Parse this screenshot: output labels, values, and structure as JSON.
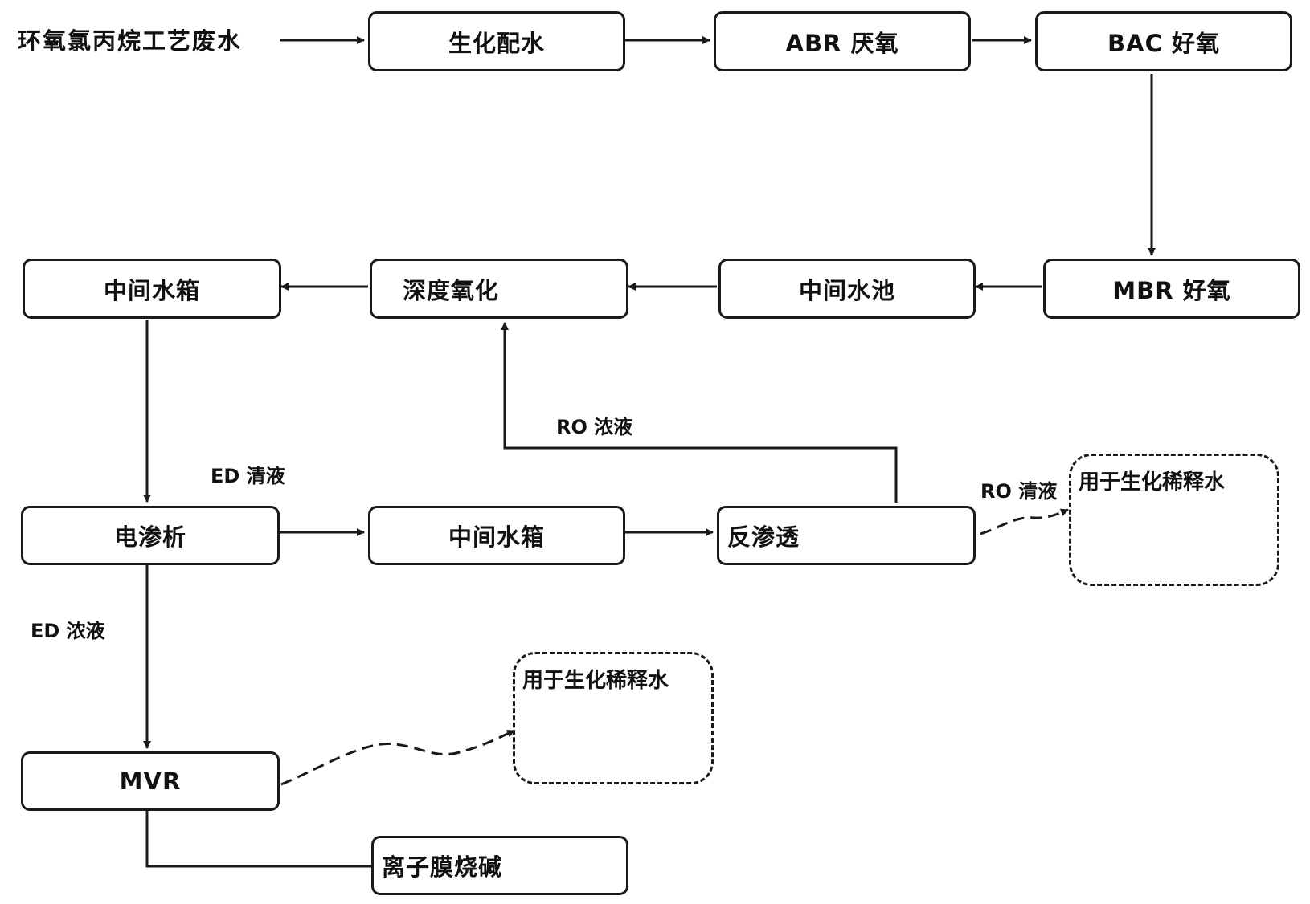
{
  "diagram": {
    "source": "环氧氯丙烷工艺废水",
    "nodes": {
      "bio_mix": "生化配水",
      "abr": "ABR 厌氧",
      "bac": "BAC 好氧",
      "mbr": "MBR 好氧",
      "pool": "中间水池",
      "deep_ox": "深度氧化",
      "tank1": "中间水箱",
      "ed": "电渗析",
      "tank2": "中间水箱",
      "ro": "反渗透",
      "mvr": "MVR",
      "ion": "离子膜烧碱"
    },
    "reuse": {
      "top": "用于生化稀释水",
      "bottom": "用于生化稀释水"
    },
    "labels": {
      "ro_conc": "RO 浓液",
      "ro_clear": "RO 清液",
      "ed_clear": "ED 清液",
      "ed_conc": "ED 浓液"
    }
  }
}
